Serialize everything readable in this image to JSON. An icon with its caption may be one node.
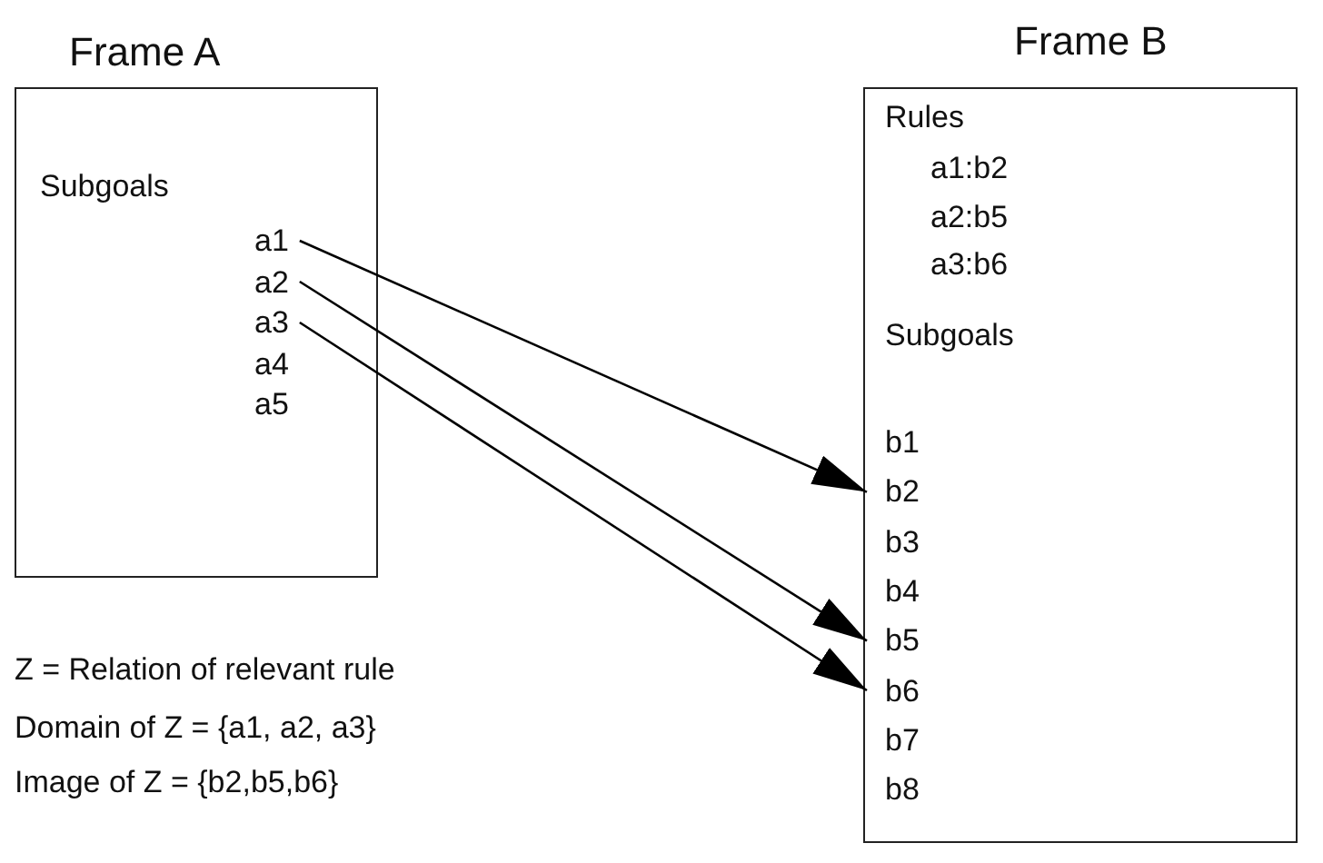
{
  "diagram": {
    "nodes": [
      {
        "text": [
          "Frame A",
          "Subgoals"
        ]
      },
      {
        "text": [
          "a1"
        ],
        "in": 0
      },
      {
        "text": [
          "a2"
        ],
        "in": 0
      },
      {
        "text": [
          "a3"
        ],
        "in": 0
      },
      {
        "text": [
          "a4"
        ],
        "in": 0
      },
      {
        "text": [
          "a5"
        ],
        "in": 0
      },
      {
        "text": [
          "Frame B",
          "Rules",
          "a1:b2",
          "a2:b5",
          "a3:b6",
          "Subgoals"
        ]
      },
      {
        "text": [
          "b1"
        ],
        "in": 6
      },
      {
        "text": [
          "b2"
        ],
        "in": 6
      },
      {
        "text": [
          "b3"
        ],
        "in": 6
      },
      {
        "text": [
          "b4"
        ],
        "in": 6
      },
      {
        "text": [
          "b5"
        ],
        "in": 6
      },
      {
        "text": [
          "b6"
        ],
        "in": 6
      },
      {
        "text": [
          "b7"
        ],
        "in": 6
      },
      {
        "text": [
          "b8"
        ],
        "in": 6
      }
    ],
    "edges": [
      {
        "from": 1,
        "to": 8,
        "arrow": "to"
      },
      {
        "from": 2,
        "to": 11,
        "arrow": "to"
      },
      {
        "from": 3,
        "to": 12,
        "arrow": "to"
      }
    ],
    "labels": [
      "Z = Relation of relevant rule",
      "Domain of Z = {a1, a2, a3}",
      "Image of Z = {b2,b5,b6}"
    ]
  }
}
